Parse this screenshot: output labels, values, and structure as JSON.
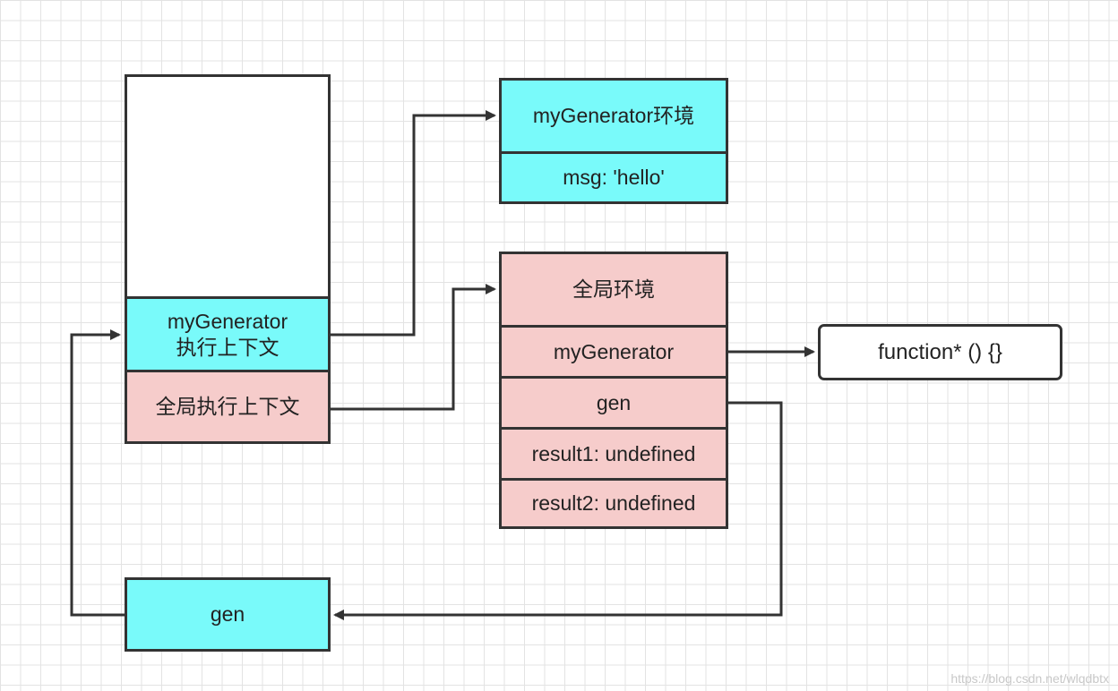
{
  "stack": {
    "top_empty": "",
    "generator_context": "myGenerator\n执行上下文",
    "global_context": "全局执行上下文"
  },
  "generator_env": {
    "title": "myGenerator环境",
    "vars": [
      "msg: 'hello'"
    ]
  },
  "global_env": {
    "title": "全局环境",
    "vars": [
      "myGenerator",
      "gen",
      "result1: undefined",
      "result2: undefined"
    ]
  },
  "function_box": {
    "label": "function* () {}"
  },
  "gen_box": {
    "label": "gen"
  },
  "colors": {
    "cyan": "#79fafa",
    "pink": "#f6cccb",
    "border": "#333333",
    "grid": "#e3e3e3"
  },
  "watermark": "https://blog.csdn.net/wlqdbtx"
}
